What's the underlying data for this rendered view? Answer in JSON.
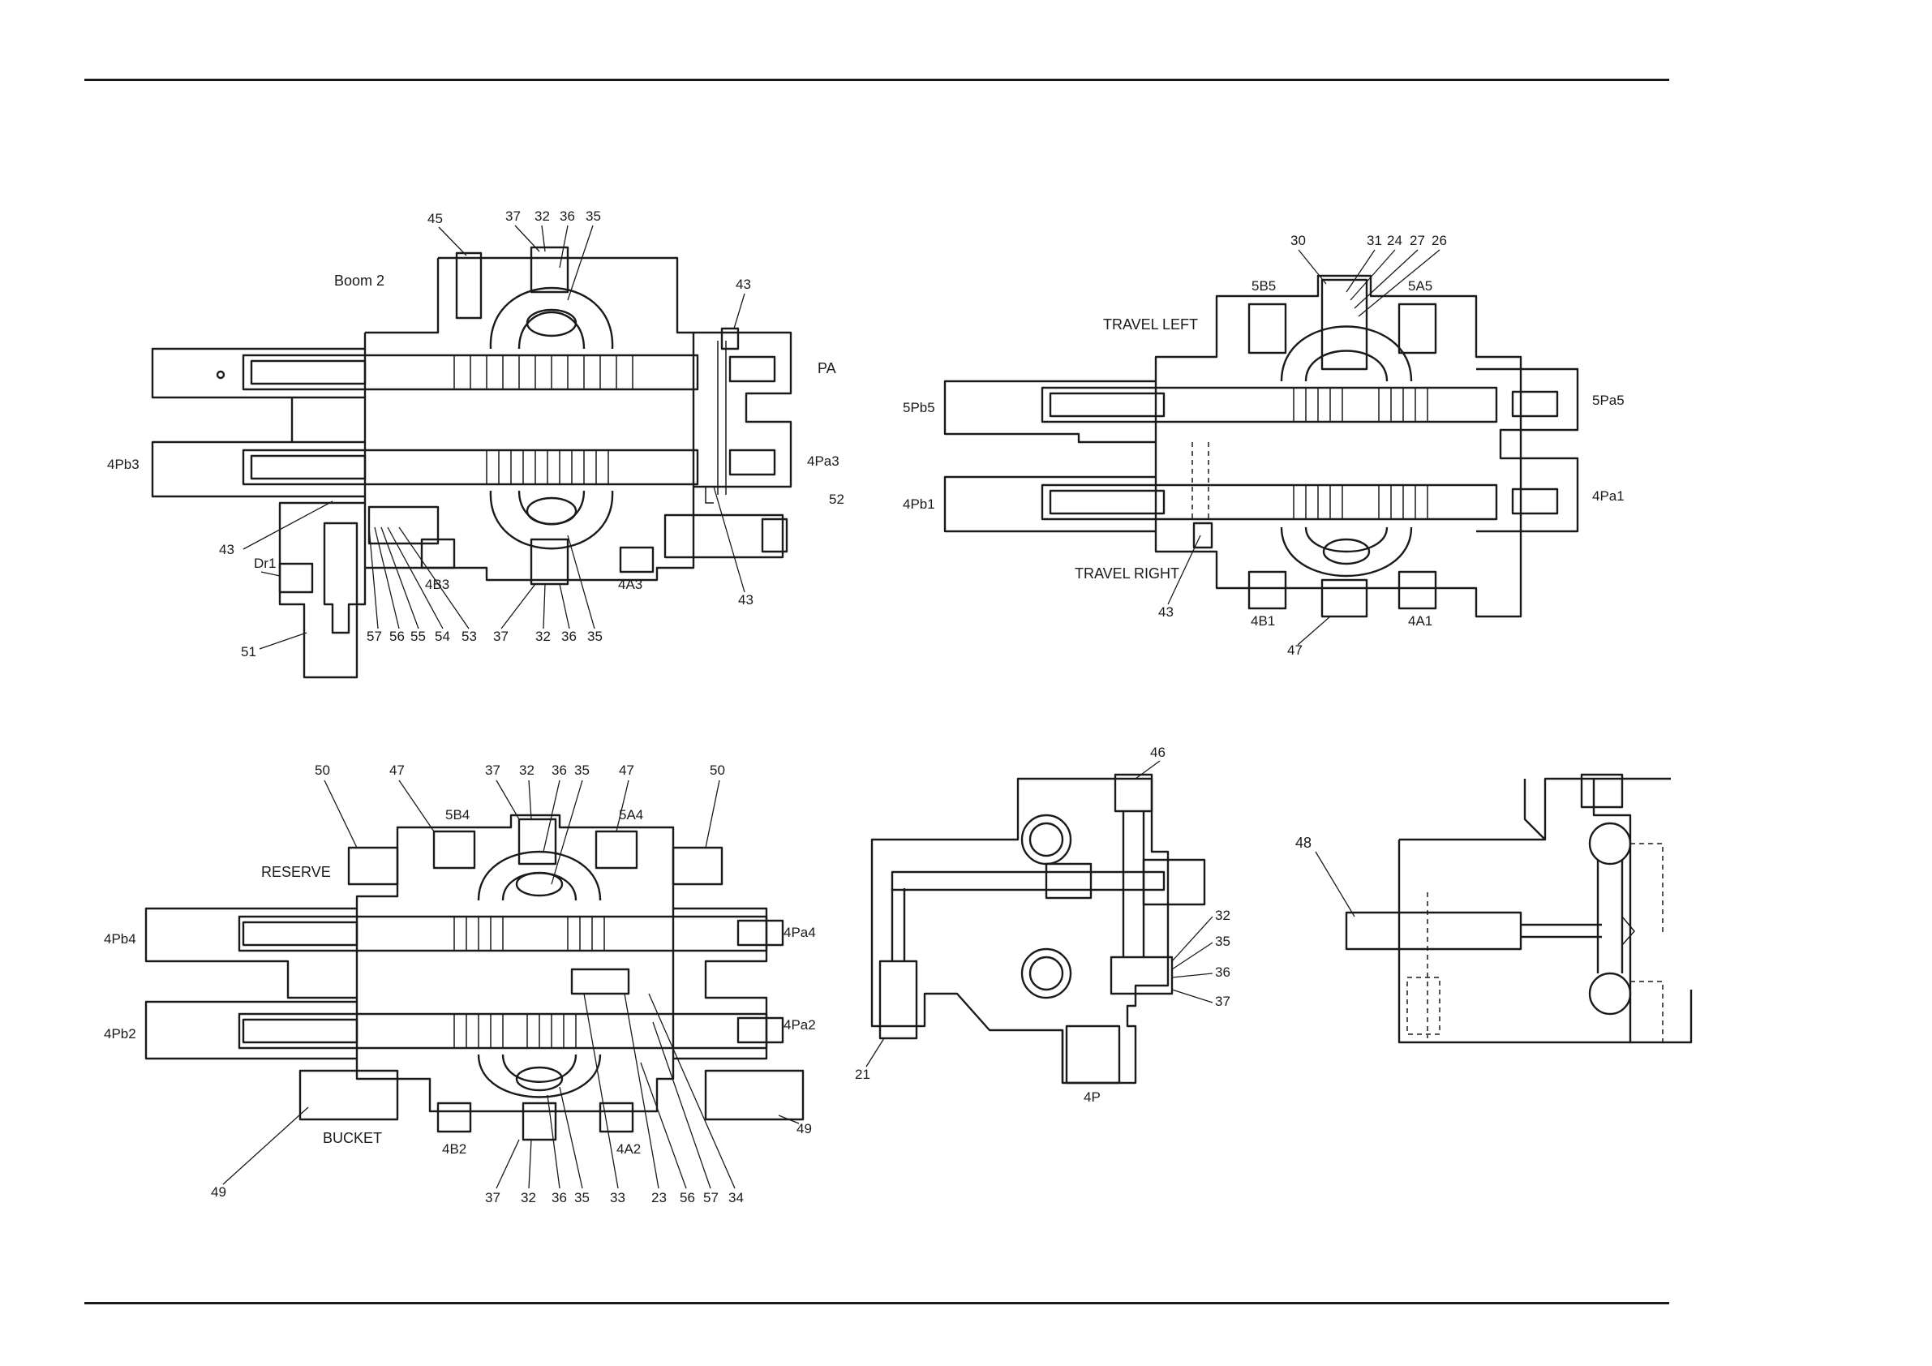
{
  "views": {
    "boom2": {
      "title": "Boom 2",
      "labels": [
        "45",
        "37",
        "32",
        "36",
        "35",
        "43",
        "PA",
        "4Pb3",
        "4Pa3",
        "52",
        "43",
        "Dr1",
        "4B3",
        "4A3",
        "43",
        "51",
        "57",
        "56",
        "55",
        "54",
        "53",
        "37",
        "32",
        "36",
        "35"
      ]
    },
    "travel": {
      "title_left": "TRAVEL LEFT",
      "title_right": "TRAVEL RIGHT",
      "labels": [
        "30",
        "31",
        "24",
        "27",
        "26",
        "5B5",
        "5A5",
        "5Pb5",
        "5Pa5",
        "4Pb1",
        "4Pa1",
        "43",
        "4B1",
        "4A1",
        "47"
      ]
    },
    "bucket": {
      "title_reserve": "RESERVE",
      "title_bucket": "BUCKET",
      "labels": [
        "50",
        "47",
        "37",
        "32",
        "36",
        "35",
        "47",
        "50",
        "5B4",
        "5A4",
        "4Pb4",
        "4Pa4",
        "4Pb2",
        "4Pa2",
        "49",
        "49",
        "4B2",
        "4A2",
        "37",
        "32",
        "36",
        "35",
        "33",
        "23",
        "56",
        "57",
        "34"
      ]
    },
    "inlet": {
      "labels": [
        "46",
        "32",
        "35",
        "36",
        "37",
        "21",
        "4P"
      ]
    },
    "detail": {
      "labels": [
        "48"
      ]
    }
  }
}
